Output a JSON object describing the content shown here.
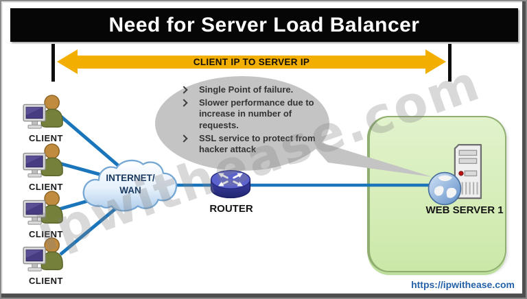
{
  "title": "Need for Server Load Balancer",
  "flow_arrow": {
    "label": "CLIENT IP TO SERVER IP"
  },
  "callout": {
    "bullet_icon": "➢",
    "items": [
      "Single Point of failure.",
      "Slower performance due to increase in number of requests.",
      "SSL service to protect from hacker attack"
    ]
  },
  "clients": [
    {
      "label": "CLIENT"
    },
    {
      "label": "CLIENT"
    },
    {
      "label": "CLIENT"
    },
    {
      "label": "CLIENT"
    }
  ],
  "cloud": {
    "line1": "INTERNET/",
    "line2": "WAN"
  },
  "router": {
    "label": "ROUTER"
  },
  "server": {
    "label": "WEB SERVER 1"
  },
  "watermark": "ipwithease.com",
  "footer": {
    "link": "https://ipwithease.com"
  },
  "colors": {
    "title_bg": "#060606",
    "accent_yellow": "#F2AE01",
    "line_blue": "#1B75BB",
    "bubble_gray": "#C4C4C4",
    "panel_green": "#D6EDB9",
    "panel_border_green": "#8FAE6F",
    "cloud_text_navy": "#17375E",
    "link_blue": "#2461A8"
  }
}
